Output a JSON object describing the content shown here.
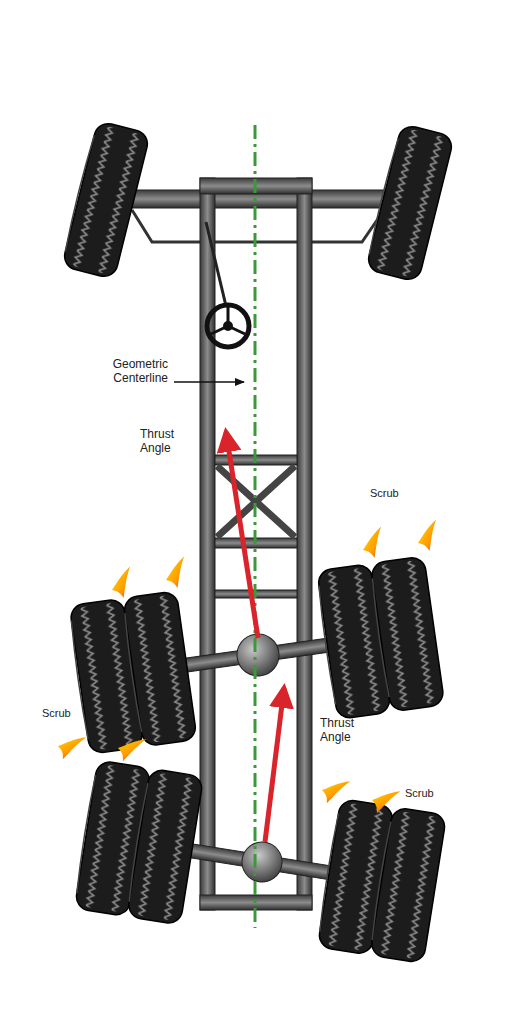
{
  "diagram": {
    "labels": [
      "Geometric Centerline",
      "Thrust Angle",
      "Thrust Angle",
      "Scrub",
      "Scrub",
      "Scrub"
    ]
  }
}
